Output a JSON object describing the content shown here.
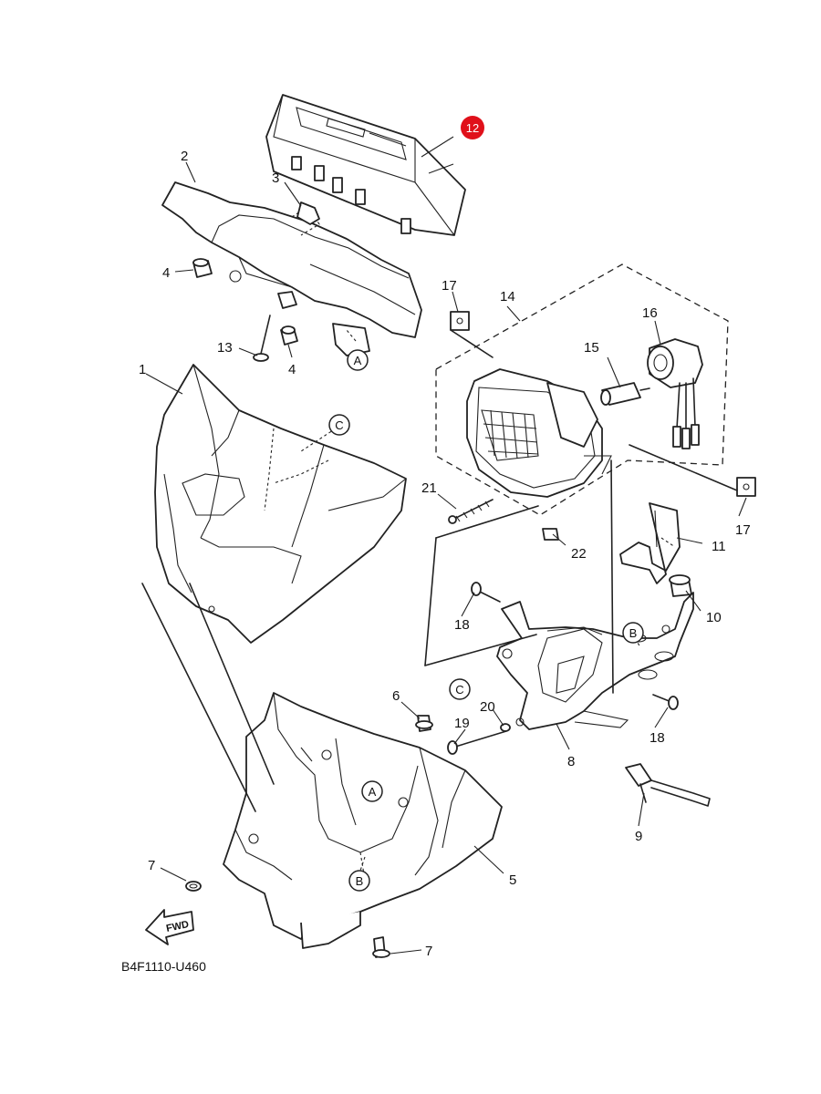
{
  "diagram_code": "B4F1110-U460",
  "forward_marker": "FWD",
  "highlight": {
    "part": "12",
    "color": "#e0101a"
  },
  "parts": {
    "p1": "1",
    "p2": "2",
    "p3": "3",
    "p4a": "4",
    "p4b": "4",
    "p5": "5",
    "p6": "6",
    "p7a": "7",
    "p7b": "7",
    "p8": "8",
    "p9": "9",
    "p10": "10",
    "p11": "11",
    "p12": "12",
    "p13": "13",
    "p14": "14",
    "p15": "15",
    "p16": "16",
    "p17a": "17",
    "p17b": "17",
    "p18a": "18",
    "p18b": "18",
    "p19": "19",
    "p20": "20",
    "p21": "21",
    "p22": "22"
  },
  "refs": {
    "A": "A",
    "B": "B",
    "C": "C"
  }
}
